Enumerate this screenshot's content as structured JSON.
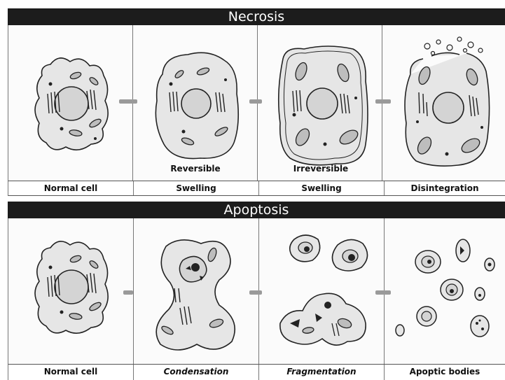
{
  "necrosis": {
    "title": "Necrosis",
    "subcaptions": [
      "Reversible",
      "Irreversible"
    ],
    "captions": [
      "Normal cell",
      "Swelling",
      "Swelling",
      "Disintegration"
    ]
  },
  "apoptosis": {
    "title": "Apoptosis",
    "captions": [
      "Normal cell",
      "Condensation",
      "Fragmentation",
      "Apoptic bodies"
    ]
  },
  "colors": {
    "banner": "#1c1c1c",
    "cytoplasm": "#e6e6e6",
    "nucleus": "#d2d2d2",
    "arrow": "#9a9a9a"
  }
}
